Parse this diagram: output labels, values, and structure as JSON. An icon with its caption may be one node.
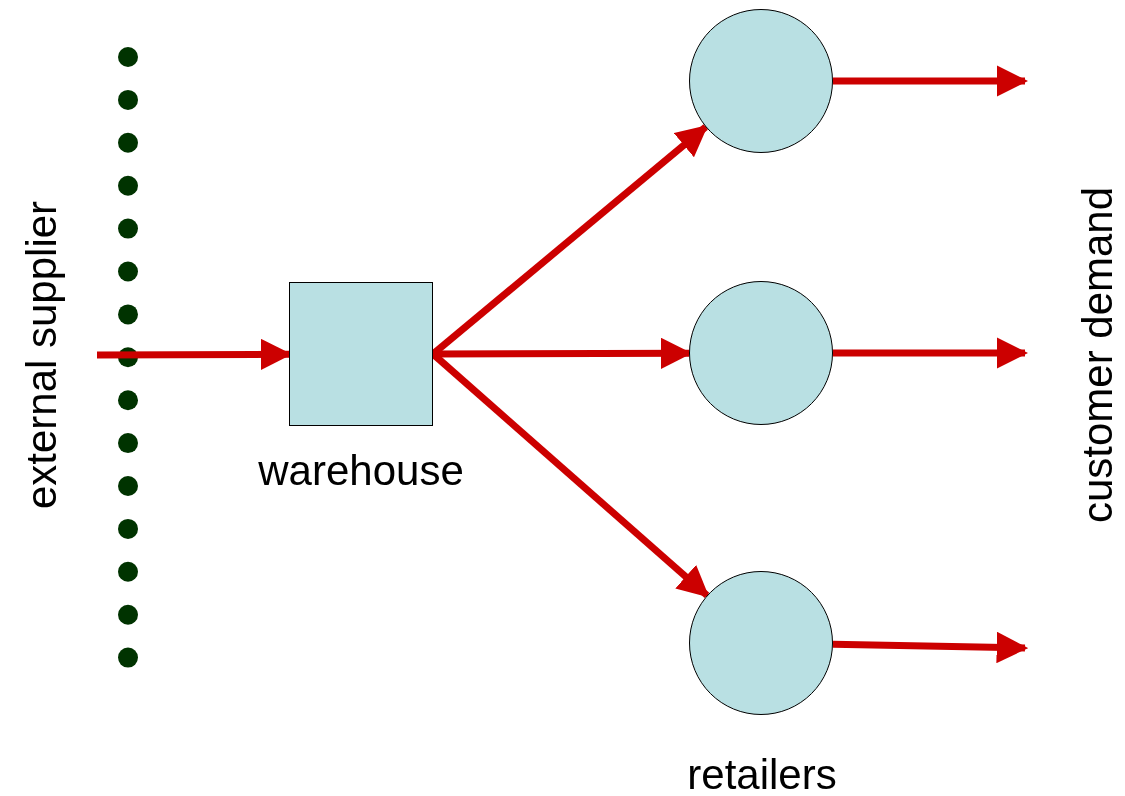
{
  "diagram": {
    "nodes": [
      {
        "text": [
          "warehouse"
        ]
      },
      {
        "text": [],
        "shape": "circle"
      },
      {
        "text": [],
        "shape": "circle"
      },
      {
        "text": [],
        "shape": "circle"
      }
    ],
    "edges": [
      {
        "from": null,
        "to": 0,
        "arrow": "to"
      },
      {
        "from": 0,
        "to": 1,
        "arrow": "to"
      },
      {
        "from": 0,
        "to": 2,
        "arrow": "to"
      },
      {
        "from": 0,
        "to": 3,
        "arrow": "to"
      },
      {
        "from": 1,
        "to": null,
        "arrow": "to"
      },
      {
        "from": 2,
        "to": null,
        "arrow": "to"
      },
      {
        "from": 3,
        "to": null,
        "arrow": "to"
      }
    ],
    "labels": [
      "external supplier",
      "customer demand",
      "retailers"
    ]
  }
}
